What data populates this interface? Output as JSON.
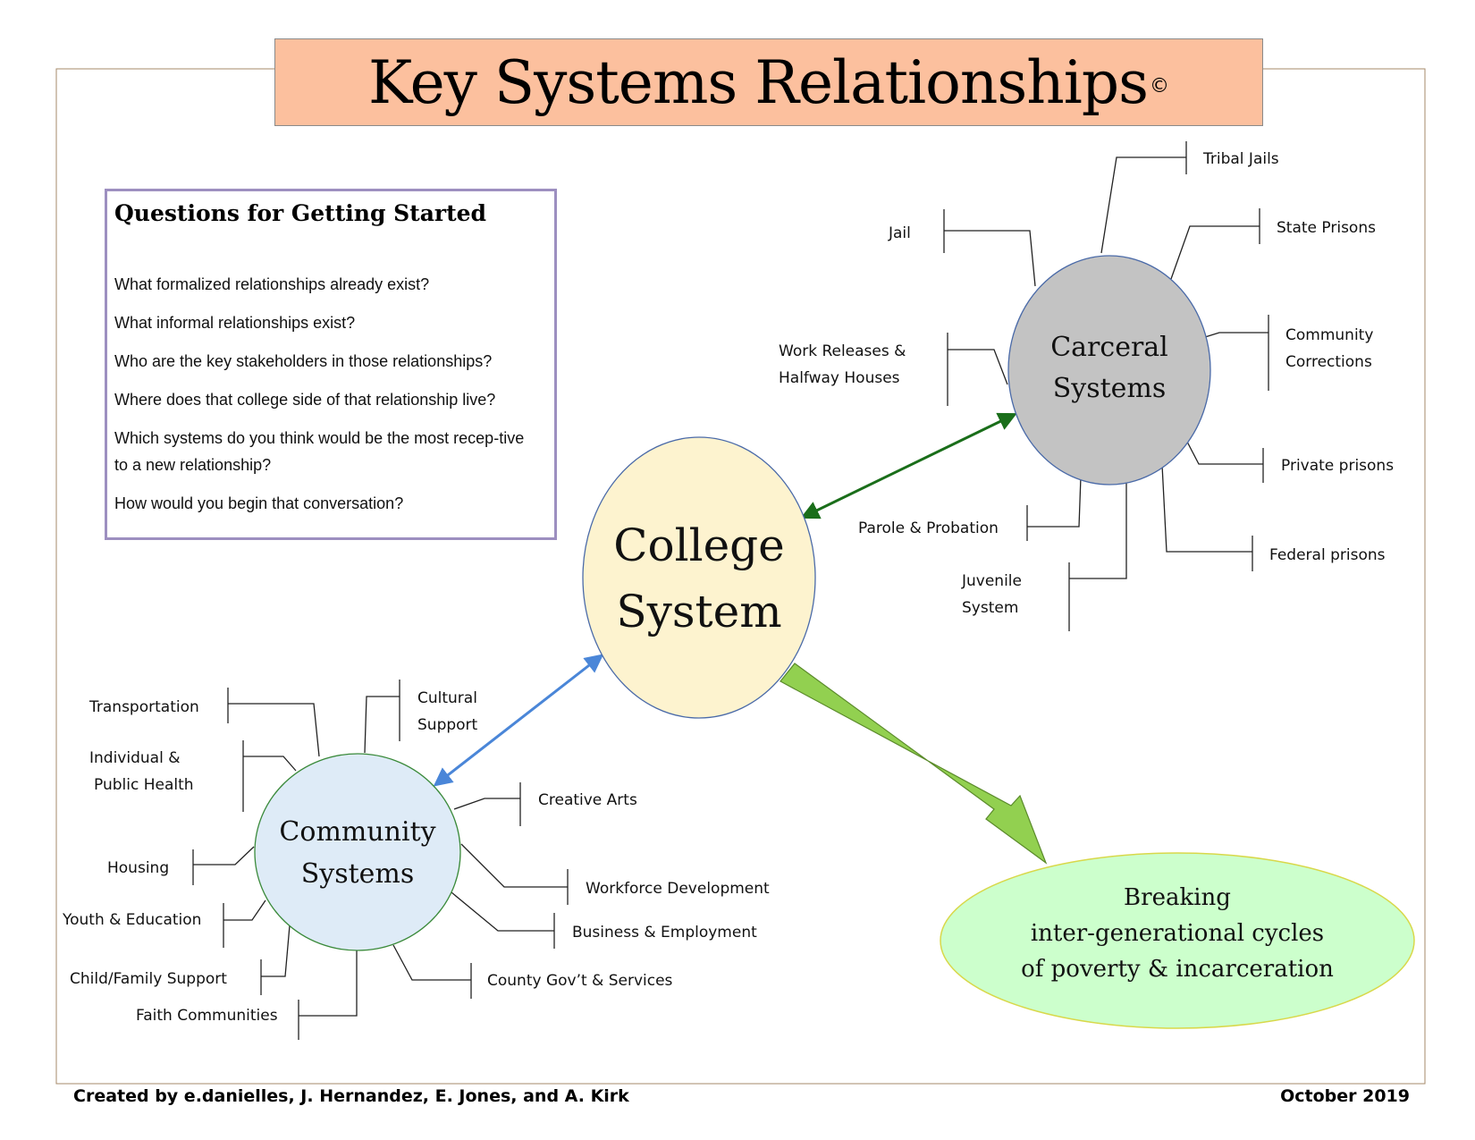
{
  "title": {
    "text": "Key Systems Relationships",
    "mark": "©"
  },
  "questions": {
    "heading": "Questions for Getting Started",
    "items": [
      "What formalized relationships already exist?",
      "What informal relationships exist?",
      "Who are the key stakeholders in those relationships?",
      "Where does that college side of that relationship live?",
      "Which systems do you think would be the most recep-tive to a new relationship?",
      "How would you begin that conversation?"
    ]
  },
  "nodes": {
    "college": {
      "line1": "College",
      "line2": "System",
      "fill": "#fdf3cf"
    },
    "carceral": {
      "line1": "Carceral",
      "line2": "Systems",
      "fill": "#c3c3c3"
    },
    "community": {
      "line1": "Community",
      "line2": "Systems",
      "fill": "#deebf7"
    },
    "outcome": {
      "line1": "Breaking",
      "line2": "inter-generational cycles",
      "line3": "of poverty &  incarceration",
      "fill": "#ccffcc"
    }
  },
  "carceral_branches": {
    "tribal_jails": "Tribal Jails",
    "jail": "Jail",
    "state_prisons": "State Prisons",
    "community_corrections": [
      "Community",
      "Corrections"
    ],
    "work_releases": [
      "Work Releases &",
      "Halfway Houses"
    ],
    "private_prisons": "Private prisons",
    "parole_probation": "Parole & Probation",
    "federal_prisons": "Federal prisons",
    "juvenile": [
      "Juvenile",
      "System"
    ]
  },
  "community_branches": {
    "transportation": "Transportation",
    "cultural_support": [
      "Cultural",
      "Support"
    ],
    "public_health": [
      "Individual &",
      " Public Health"
    ],
    "creative_arts": "Creative Arts",
    "housing": "Housing",
    "workforce": "Workforce Development",
    "youth_education": "Youth & Education",
    "business": "Business & Employment",
    "child_family": "Child/Family Support",
    "county_gov": "County Gov’t & Services",
    "faith": "Faith Communities"
  },
  "colors": {
    "college_carceral_arrow": "#1a6e1a",
    "college_community_arrow": "#4a86d8",
    "outcome_arrow": "#92d050",
    "question_border": "#9d8fc0",
    "title_fill": "#fcc09e"
  },
  "footer": {
    "credits": "Created by e.danielles, J. Hernandez, E. Jones, and A. Kirk",
    "date": "October 2019"
  }
}
